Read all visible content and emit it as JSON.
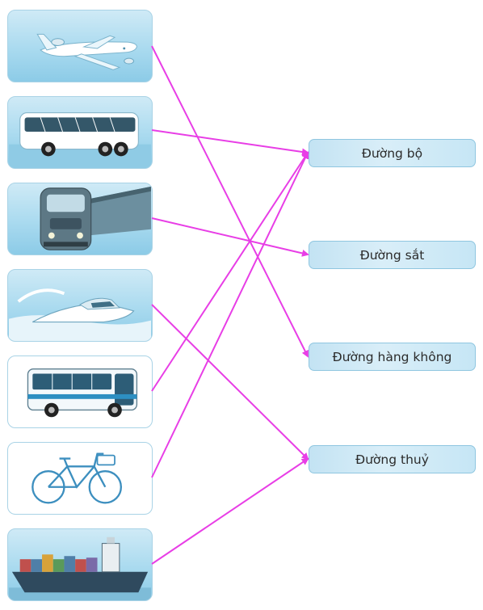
{
  "categories": {
    "road": "Đường bộ",
    "rail": "Đường sắt",
    "air": "Đường hàng không",
    "water": "Đường thuỷ"
  },
  "vehicles": [
    {
      "icon": "airplane-icon",
      "category": "air"
    },
    {
      "icon": "coach-bus-icon",
      "category": "road"
    },
    {
      "icon": "train-icon",
      "category": "rail"
    },
    {
      "icon": "speedboat-icon",
      "category": "water"
    },
    {
      "icon": "city-bus-icon",
      "category": "road"
    },
    {
      "icon": "bicycle-icon",
      "category": "road"
    },
    {
      "icon": "cargo-ship-icon",
      "category": "water"
    }
  ],
  "colors": {
    "arrow": "#e83ee6",
    "card_border": "#a9d3e6",
    "label_fill": "#d9eef8"
  }
}
